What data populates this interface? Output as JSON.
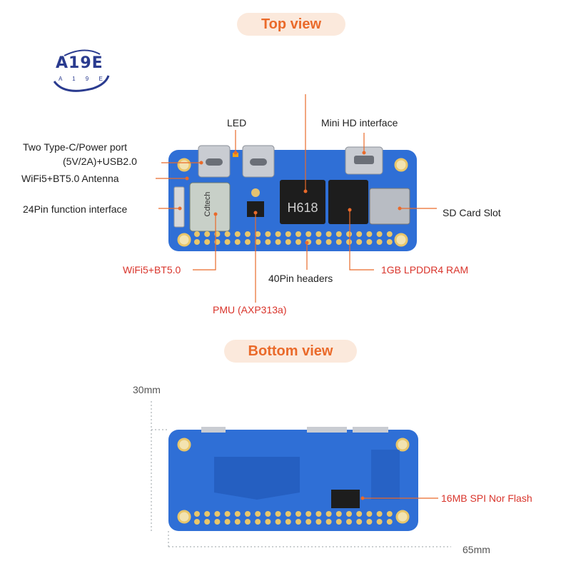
{
  "logo": {
    "text": "A19E",
    "sub": "A 1 9 E"
  },
  "headers": {
    "top_view": "Top view",
    "bottom_view": "Bottom view"
  },
  "top_labels": {
    "led": "LED",
    "mini_hd": "Mini HD interface",
    "typec_line1": "Two Type-C/Power port",
    "typec_line2": "(5V/2A)+USB2.0",
    "wifi_antenna": "WiFi5+BT5.0 Antenna",
    "function_interface": "24Pin function interface",
    "sd_card": "SD Card Slot",
    "wifi_module": "WiFi5+BT5.0",
    "pin_headers": "40Pin headers",
    "ram": "1GB LPDDR4 RAM",
    "pmu": "PMU (AXP313a)"
  },
  "chip_text": {
    "soc": "H618",
    "wifi_brand": "Cdtech"
  },
  "bottom_labels": {
    "height": "30mm",
    "width": "65mm",
    "spi_flash": "16MB SPI Nor Flash"
  },
  "colors": {
    "board": "#2f6fd6",
    "board_dark": "#1f55b3",
    "pad": "#e9c66a",
    "accent": "#ea6a2a",
    "callout_red": "#d9342b"
  }
}
